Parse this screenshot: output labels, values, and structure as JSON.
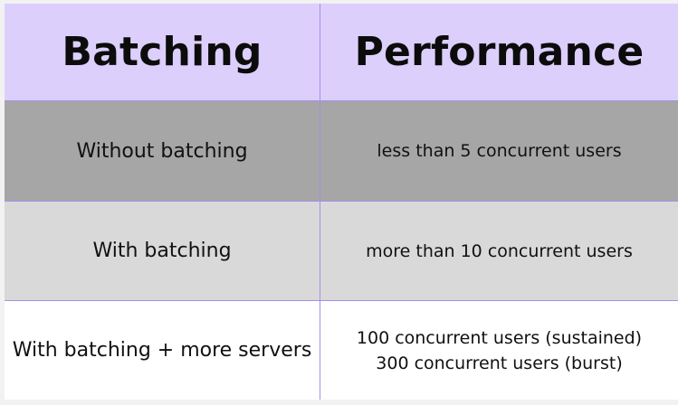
{
  "table": {
    "headers": [
      "Batching",
      "Performance"
    ],
    "rows": [
      {
        "batching": "Without batching",
        "performance": [
          "less than 5 concurrent users"
        ]
      },
      {
        "batching": "With batching",
        "performance": [
          "more than 10 concurrent users"
        ]
      },
      {
        "batching": "With batching + more servers",
        "performance": [
          "100 concurrent users (sustained)",
          "300 concurrent users (burst)"
        ]
      }
    ]
  },
  "colors": {
    "header_bg": "#dccffc",
    "row1_bg": "#a6a6a6",
    "row2_bg": "#d9d9d9",
    "row3_bg": "#ffffff",
    "grid_line": "#a98ee8"
  }
}
